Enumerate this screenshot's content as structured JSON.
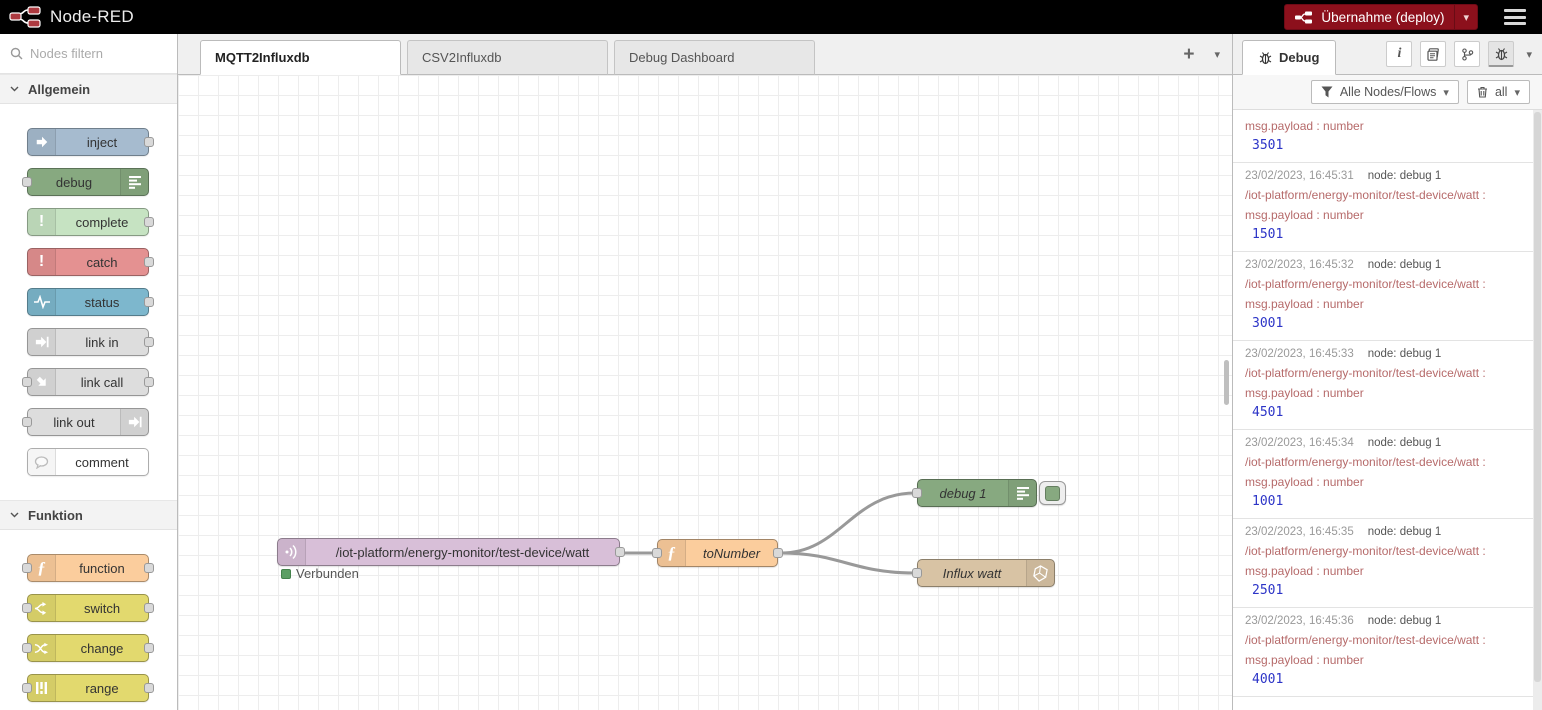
{
  "header": {
    "app_title": "Node-RED",
    "deploy_label": "Übernahme (deploy)",
    "deploy_color": "#8c101c"
  },
  "palette": {
    "search_placeholder": "Nodes filtern",
    "sections": [
      {
        "label": "Allgemein",
        "nodes": [
          {
            "label": "inject",
            "color": "#a6bbcf"
          },
          {
            "label": "debug",
            "color": "#87a980"
          },
          {
            "label": "complete",
            "color": "#c6e3c2"
          },
          {
            "label": "catch",
            "color": "#e49191"
          },
          {
            "label": "status",
            "color": "#7db7cd"
          },
          {
            "label": "link in",
            "color": "#dddddd"
          },
          {
            "label": "link call",
            "color": "#dddddd"
          },
          {
            "label": "link out",
            "color": "#dddddd"
          },
          {
            "label": "comment",
            "color": "#ffffff"
          }
        ]
      },
      {
        "label": "Funktion",
        "nodes": [
          {
            "label": "function",
            "color": "#fbcd9d"
          },
          {
            "label": "switch",
            "color": "#e2d96e"
          },
          {
            "label": "change",
            "color": "#e2d96e"
          },
          {
            "label": "range",
            "color": "#e2d96e"
          }
        ]
      }
    ]
  },
  "tabs": [
    {
      "label": "MQTT2Influxdb",
      "active": true
    },
    {
      "label": "CSV2Influxdb",
      "active": false
    },
    {
      "label": "Debug Dashboard",
      "active": false
    }
  ],
  "flow": {
    "mqtt_node": {
      "label": "/iot-platform/energy-monitor/test-device/watt",
      "status": "Verbunden",
      "color": "#d8bfd8"
    },
    "function_node": {
      "label": "toNumber",
      "color": "#fbcd9d"
    },
    "debug_node": {
      "label": "debug 1",
      "color": "#87a980"
    },
    "influx_node": {
      "label": "Influx watt",
      "color": "#d8c3a4"
    }
  },
  "debug_panel": {
    "tab_label": "Debug",
    "filter_label": "Alle Nodes/Flows",
    "clear_label": "all",
    "messages": [
      {
        "timestamp": "",
        "node": "",
        "topic": "",
        "prop": "msg.payload : number",
        "value": "3501"
      },
      {
        "timestamp": "23/02/2023, 16:45:31",
        "node": "node: debug 1",
        "topic": "/iot-platform/energy-monitor/test-device/watt :",
        "prop": "msg.payload : number",
        "value": "1501"
      },
      {
        "timestamp": "23/02/2023, 16:45:32",
        "node": "node: debug 1",
        "topic": "/iot-platform/energy-monitor/test-device/watt :",
        "prop": "msg.payload : number",
        "value": "3001"
      },
      {
        "timestamp": "23/02/2023, 16:45:33",
        "node": "node: debug 1",
        "topic": "/iot-platform/energy-monitor/test-device/watt :",
        "prop": "msg.payload : number",
        "value": "4501"
      },
      {
        "timestamp": "23/02/2023, 16:45:34",
        "node": "node: debug 1",
        "topic": "/iot-platform/energy-monitor/test-device/watt :",
        "prop": "msg.payload : number",
        "value": "1001"
      },
      {
        "timestamp": "23/02/2023, 16:45:35",
        "node": "node: debug 1",
        "topic": "/iot-platform/energy-monitor/test-device/watt :",
        "prop": "msg.payload : number",
        "value": "2501"
      },
      {
        "timestamp": "23/02/2023, 16:45:36",
        "node": "node: debug 1",
        "topic": "/iot-platform/energy-monitor/test-device/watt :",
        "prop": "msg.payload : number",
        "value": "4001"
      }
    ]
  }
}
